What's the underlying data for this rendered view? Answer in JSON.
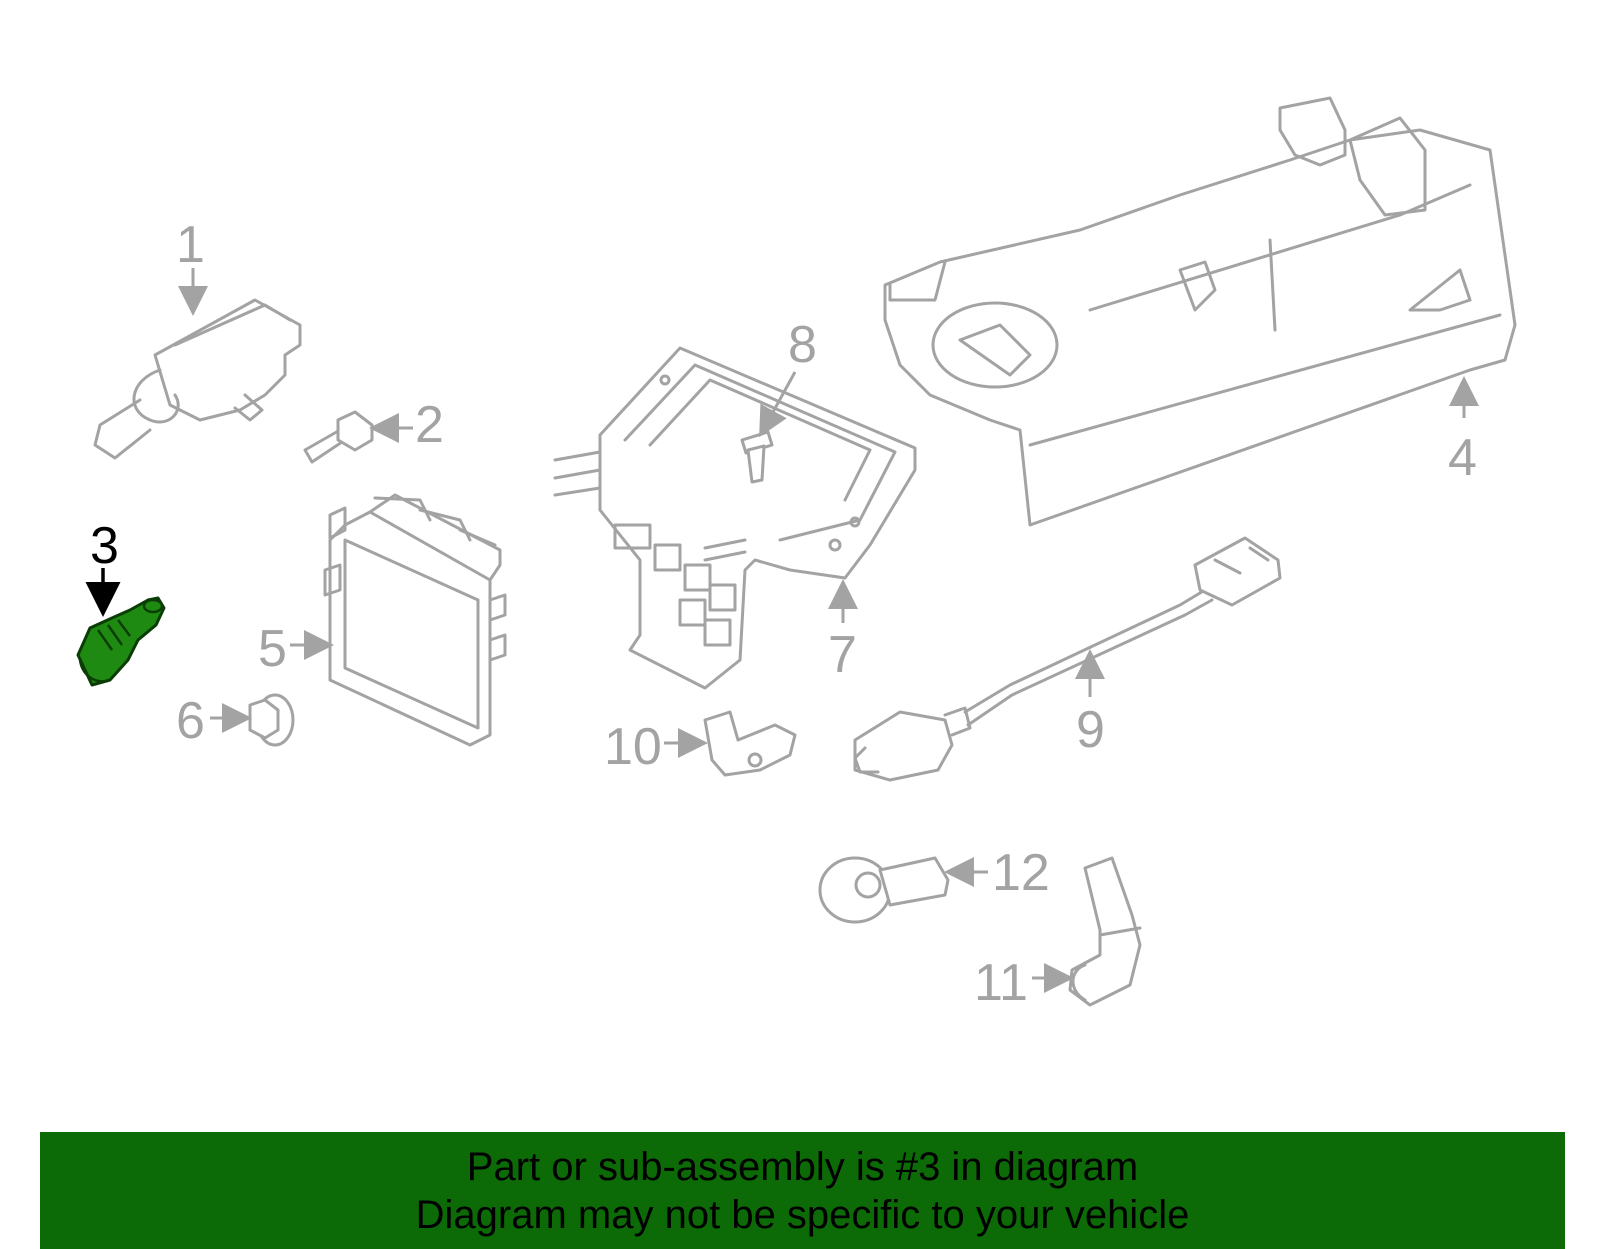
{
  "diagram": {
    "highlighted_part": "3",
    "highlight_color": "#1f8a12",
    "callouts": [
      "1",
      "2",
      "3",
      "4",
      "5",
      "6",
      "7",
      "8",
      "9",
      "10",
      "11",
      "12"
    ]
  },
  "banner": {
    "line1": "Part or sub-assembly is #3 in diagram",
    "line2": "Diagram may not be specific to your vehicle",
    "background": "#0c6b06"
  }
}
